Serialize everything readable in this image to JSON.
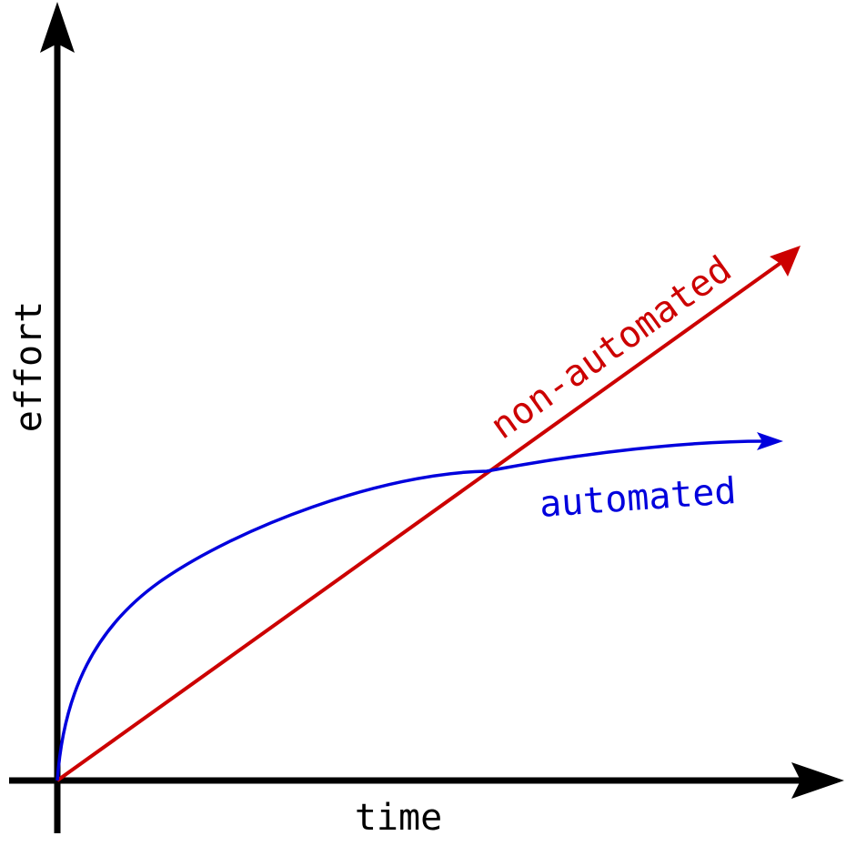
{
  "axes": {
    "x_label": "time",
    "y_label": "effort"
  },
  "curves": {
    "non_automated": {
      "label": "non-automated",
      "color": "#cc0000"
    },
    "automated": {
      "label": "automated",
      "color": "#0000dd"
    }
  },
  "colors": {
    "axis": "#000000"
  }
}
